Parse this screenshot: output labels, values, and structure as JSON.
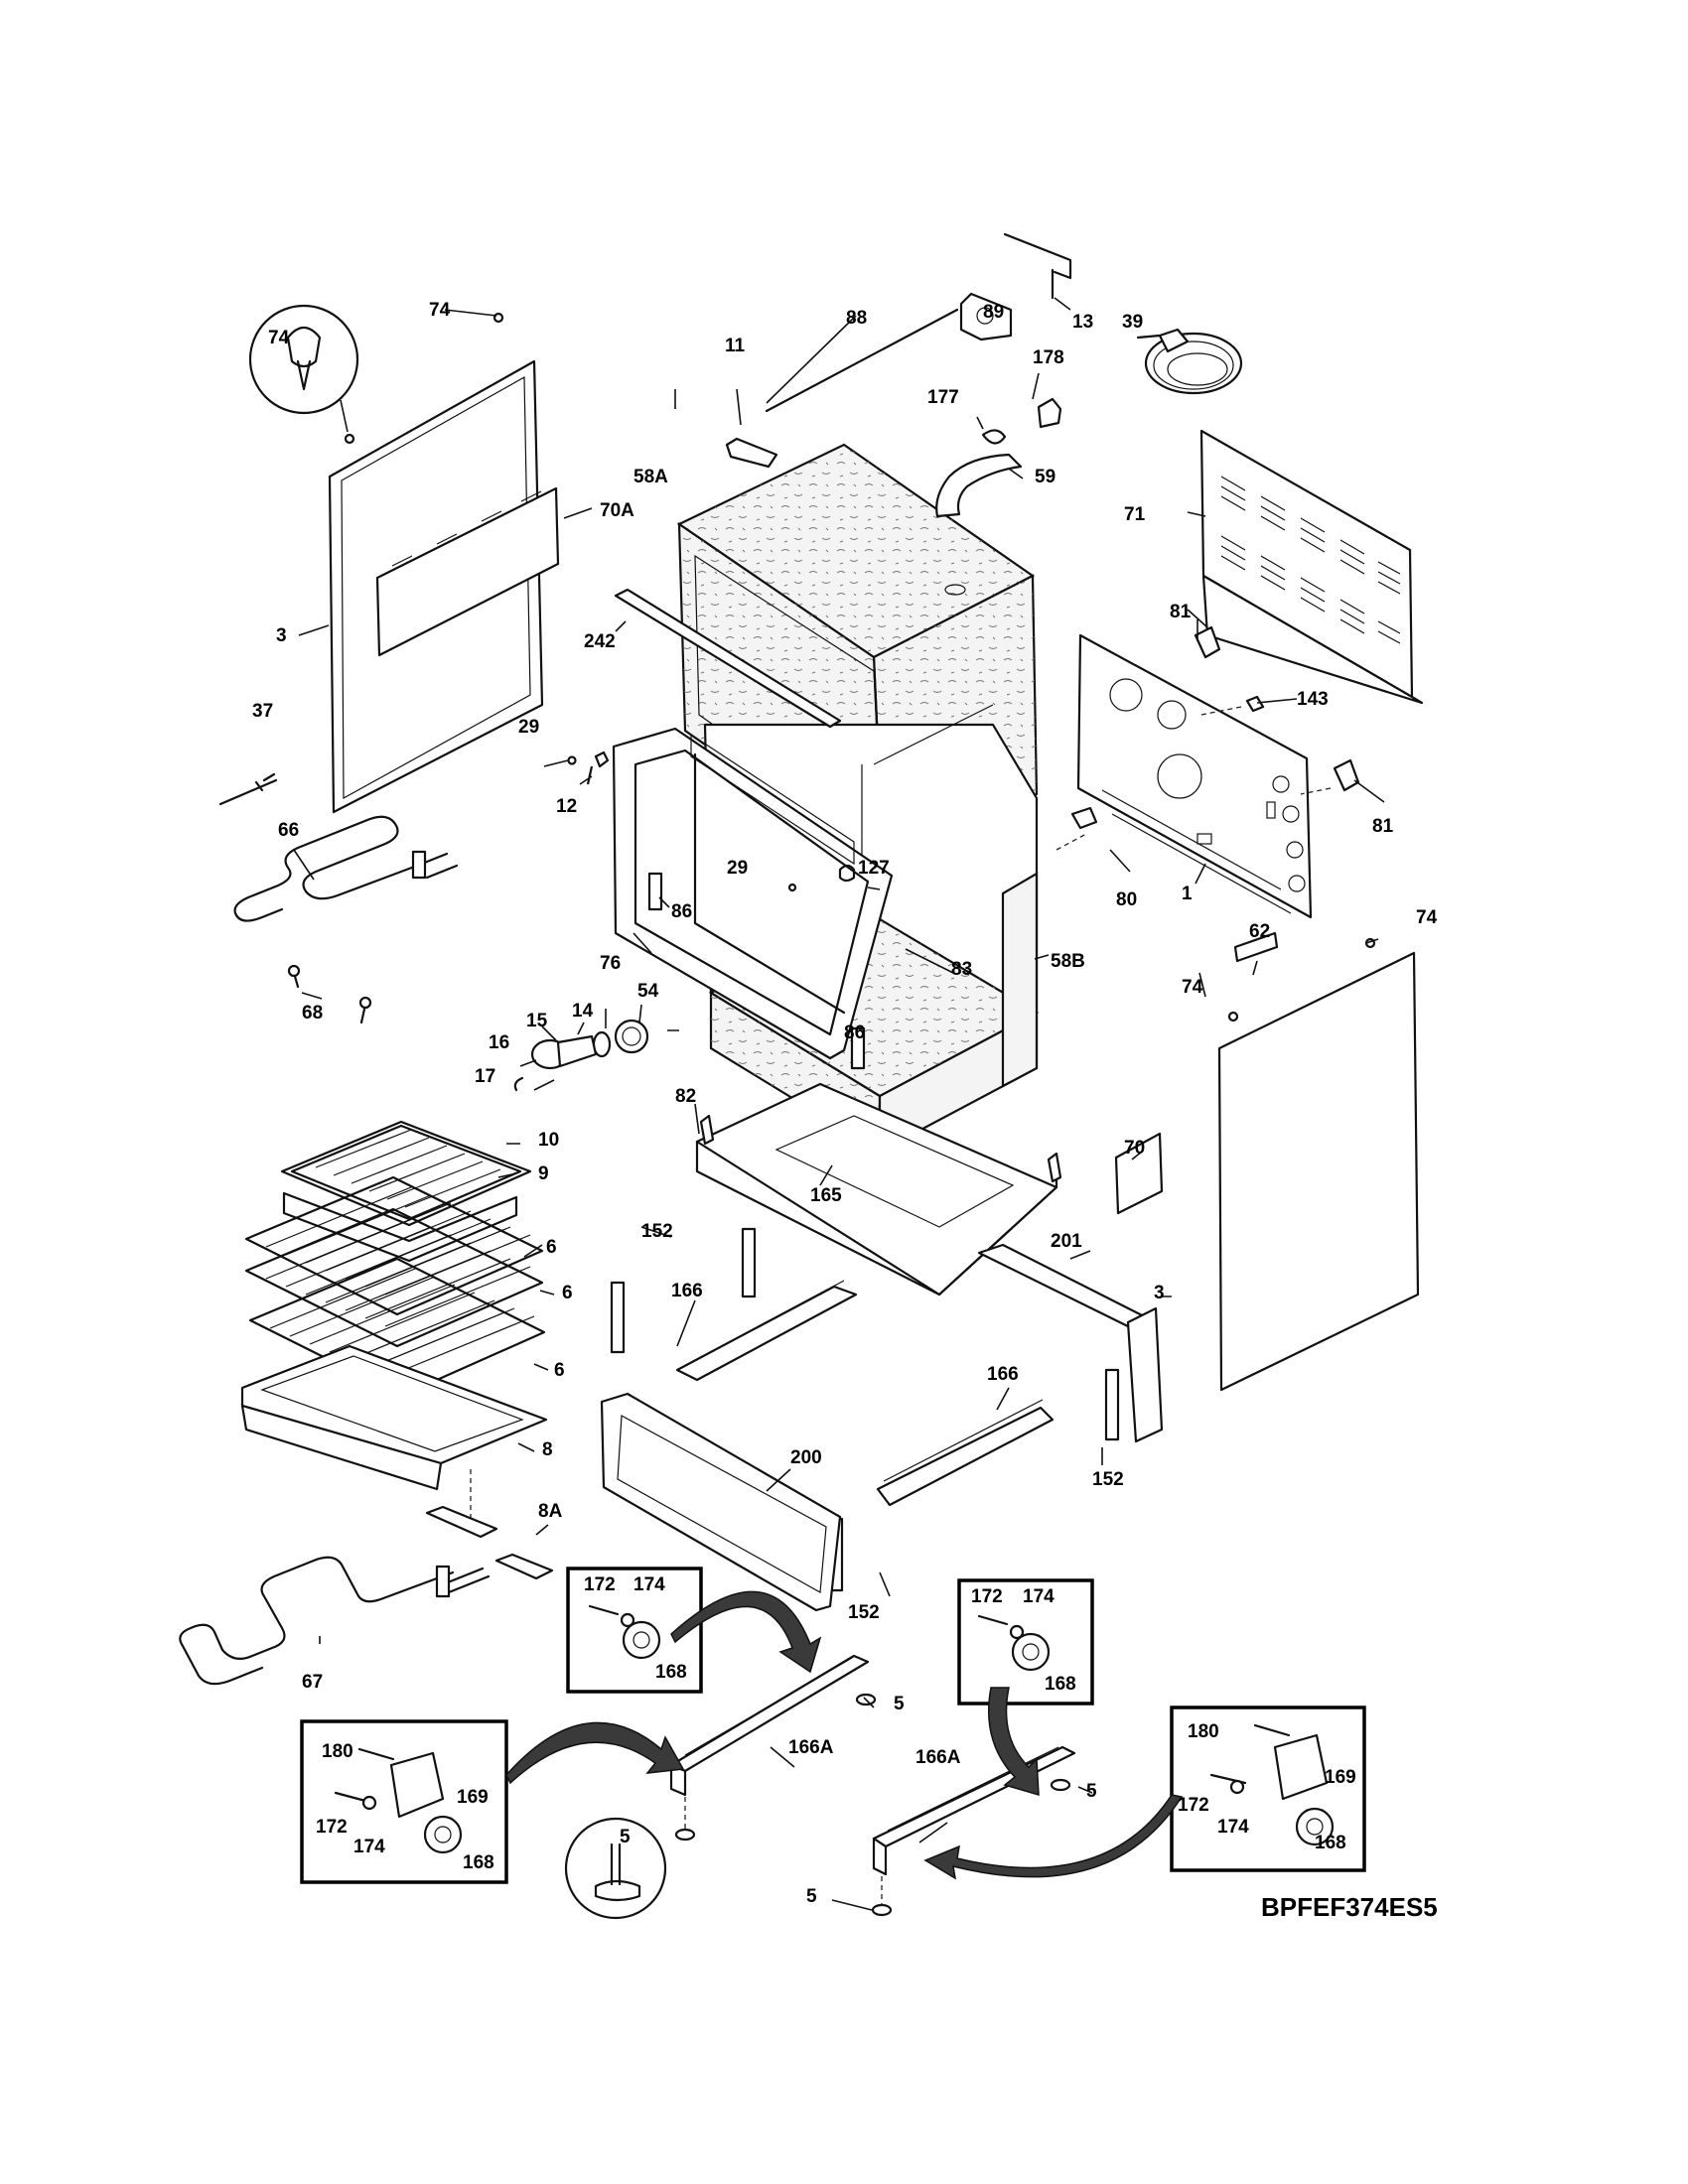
{
  "diagram_code": "BPFEF374ES5",
  "labels": {
    "l74a": "74",
    "l74b": "74",
    "l74c": "74",
    "l74d": "74",
    "l88": "88",
    "l89": "89",
    "l13": "13",
    "l178": "178",
    "l39": "39",
    "l11": "11",
    "l177": "177",
    "l59": "59",
    "l58A": "58A",
    "l70A": "70A",
    "l71": "71",
    "l3a": "3",
    "l3b": "3",
    "l242": "242",
    "l81a": "81",
    "l81b": "81",
    "l143": "143",
    "l37": "37",
    "l29a": "29",
    "l29b": "29",
    "l12": "12",
    "l66": "66",
    "l127": "127",
    "l86a": "86",
    "l86b": "86",
    "l80": "80",
    "l1": "1",
    "l76": "76",
    "l83": "83",
    "l58B": "58B",
    "l62": "62",
    "l68": "68",
    "l54": "54",
    "l15": "15",
    "l14": "14",
    "l16": "16",
    "l17": "17",
    "l82": "82",
    "l70": "70",
    "l10": "10",
    "l9": "9",
    "l165": "165",
    "l6a": "6",
    "l6b": "6",
    "l6c": "6",
    "l152a": "152",
    "l152b": "152",
    "l152c": "152",
    "l201": "201",
    "l166a": "166",
    "l166b": "166",
    "l8": "8",
    "l200": "200",
    "l8A": "8A",
    "l172a": "172",
    "l174a": "174",
    "l168a": "168",
    "l172b": "172",
    "l174b": "174",
    "l168b": "168",
    "l67": "67",
    "l5a": "5",
    "l5b": "5",
    "l5c": "5",
    "l5d": "5",
    "l166Aa": "166A",
    "l166Ab": "166A",
    "l180a": "180",
    "l169a": "169",
    "l172c": "172",
    "l174c": "174",
    "l168c": "168",
    "l180b": "180",
    "l169b": "169",
    "l172d": "172",
    "l174d": "174",
    "l168d": "168"
  }
}
